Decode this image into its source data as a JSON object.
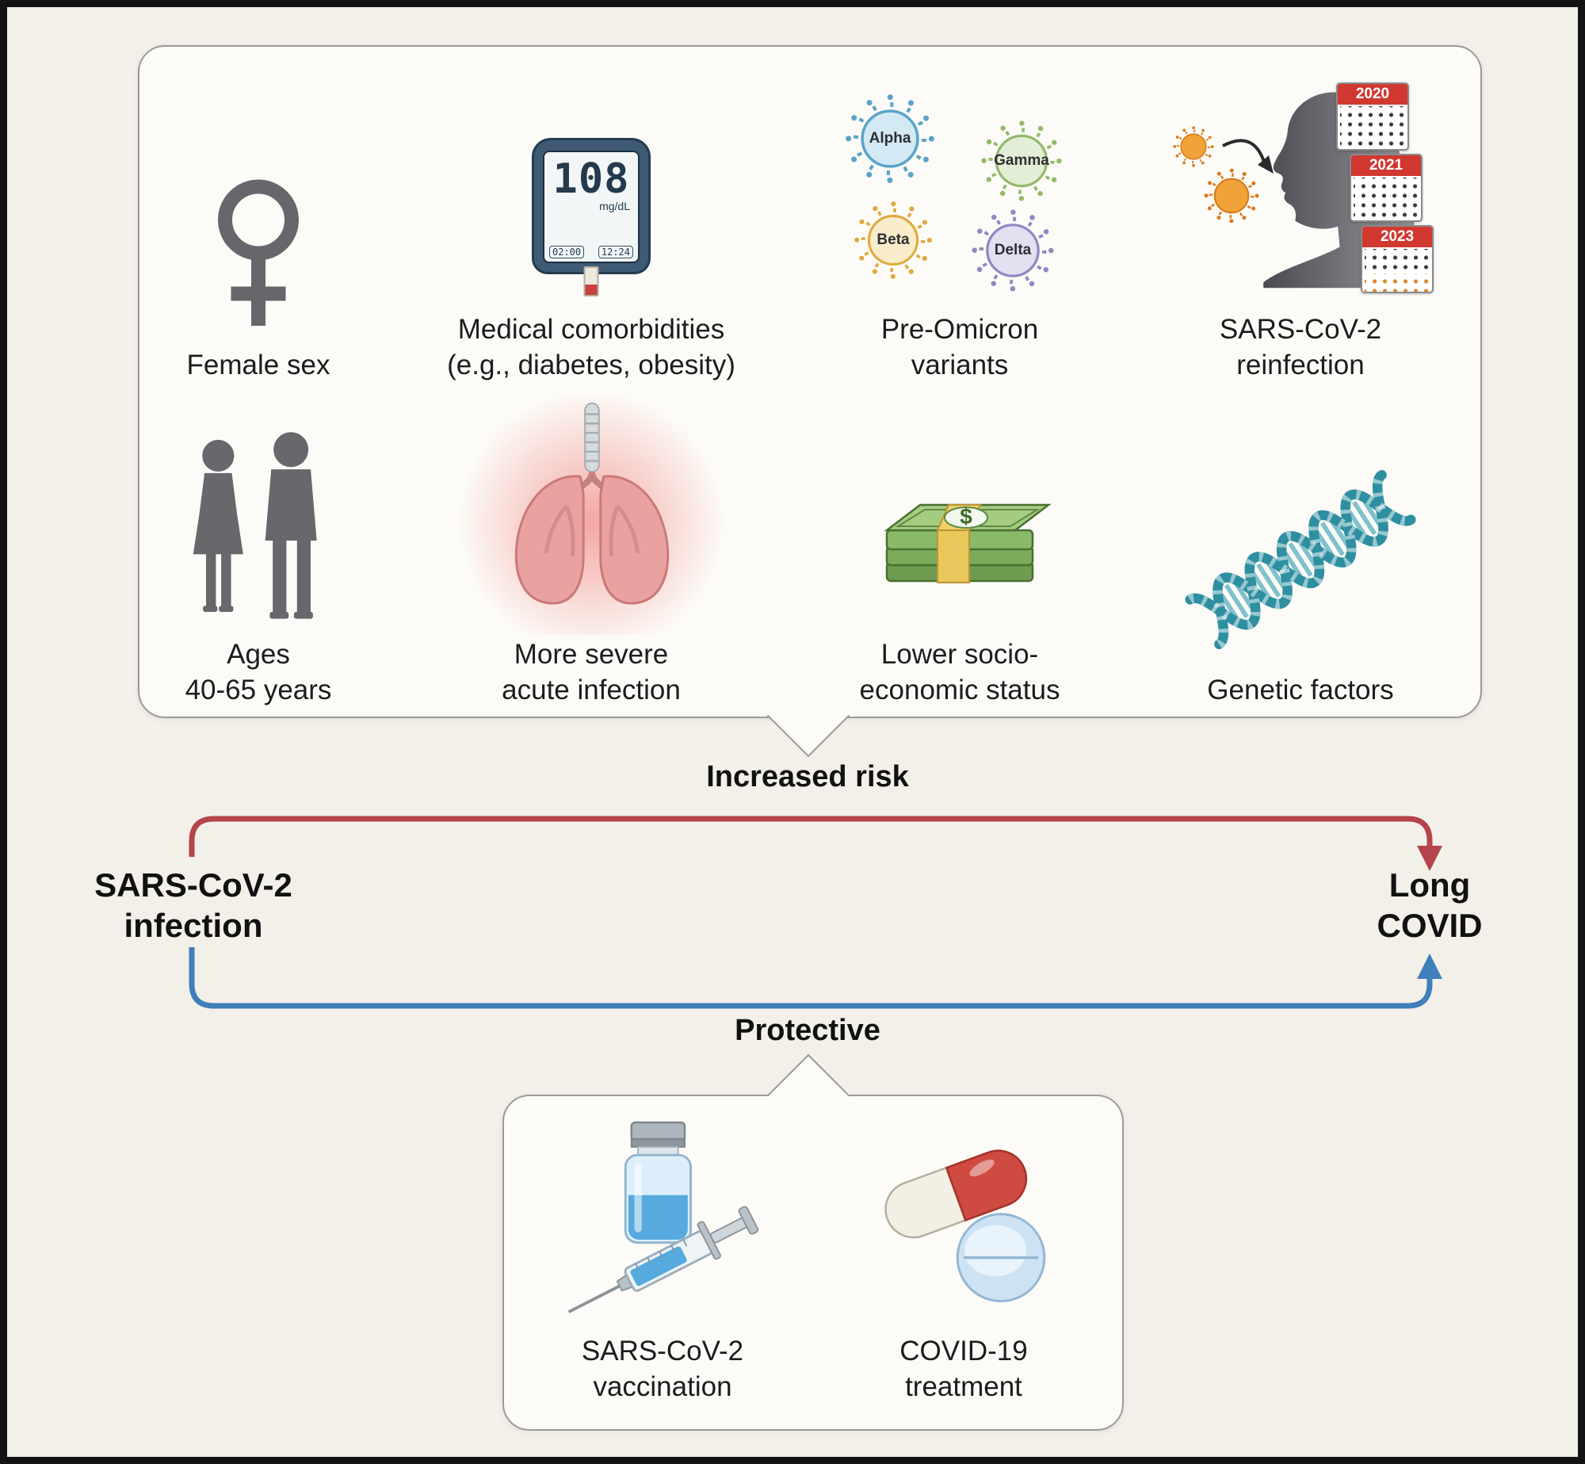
{
  "figure": {
    "increased_risk_label": "Increased risk",
    "protective_label": "Protective",
    "source": {
      "lines": [
        "SARS-CoV-2",
        "infection"
      ]
    },
    "target": {
      "lines": [
        "Long",
        "COVID"
      ]
    }
  },
  "risk_panel": {
    "items": [
      {
        "label_lines": [
          "Female sex"
        ]
      },
      {
        "label_lines": [
          "Medical comorbidities",
          "(e.g., diabetes, obesity)"
        ]
      },
      {
        "label_lines": [
          "Pre-Omicron",
          "variants"
        ],
        "variants": [
          "Alpha",
          "Gamma",
          "Beta",
          "Delta"
        ]
      },
      {
        "label_lines": [
          "SARS-CoV-2",
          "reinfection"
        ],
        "calendar_years": [
          "2020",
          "2021",
          "2023"
        ]
      },
      {
        "label_lines": [
          "Ages",
          "40-65 years"
        ]
      },
      {
        "label_lines": [
          "More severe",
          "acute infection"
        ]
      },
      {
        "label_lines": [
          "Lower socio-",
          "economic status"
        ]
      },
      {
        "label_lines": [
          "Genetic factors"
        ]
      }
    ],
    "glucose_meter": {
      "reading": "108",
      "unit": "mg/dL",
      "time_left": "02:00",
      "time_right": "12:24"
    },
    "money_symbol": "$"
  },
  "protective_panel": {
    "items": [
      {
        "label_lines": [
          "SARS-CoV-2",
          "vaccination"
        ]
      },
      {
        "label_lines": [
          "COVID-19",
          "treatment"
        ]
      }
    ]
  },
  "colors": {
    "increased_risk_arrow": "#b5444b",
    "protective_arrow": "#3f7fba",
    "alpha_variant": "#5ba3c9",
    "gamma_variant": "#93b96a",
    "beta_variant": "#e0a93e",
    "delta_variant": "#8f88c4",
    "reinfection_virus": "#e8872b",
    "calendar_header": "#d03830"
  }
}
